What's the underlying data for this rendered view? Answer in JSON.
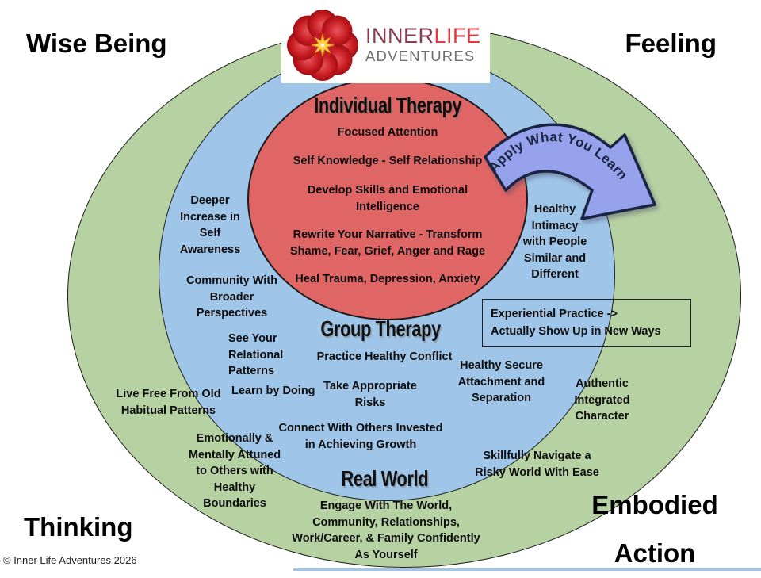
{
  "colors": {
    "outer_circle_green": "#b6d1a2",
    "middle_circle_blue": "#9fc5e8",
    "inner_circle_red": "#e06666",
    "arrow_fill": "#97a2ec",
    "arrow_outline": "#1b2443",
    "arrow_text": "#1b2443",
    "logo_inner_text": "#8a3a4e",
    "logo_life_text": "#e03a40",
    "logo_adventures_text": "#6e6e6e",
    "bottom_strip_blue": "#9fc5e8"
  },
  "logo": {
    "name_part1": "INNER",
    "name_part2": "LIFE",
    "name_line2": "ADVENTURES"
  },
  "corners": {
    "top_left": "Wise Being",
    "top_right": "Feeling",
    "bottom_left": "Thinking",
    "bottom_right": "Embodied\nAction"
  },
  "arrow": {
    "label": "Apply What You Learn"
  },
  "callout": {
    "text": "Experiential Practice  ->\nActually Show Up in New Ways"
  },
  "rings": {
    "individual": {
      "title": "Individual Therapy",
      "items": [
        "Focused Attention",
        "Self Knowledge - Self Relationship",
        "Develop Skills and Emotional\nIntelligence",
        "Rewrite Your Narrative - Transform\nShame, Fear, Grief, Anger and Rage",
        "Heal Trauma, Depression, Anxiety"
      ]
    },
    "group": {
      "title": "Group Therapy",
      "items": [
        "Deeper\nIncrease in\nSelf\nAwareness",
        "Community With\nBroader\nPerspectives",
        "See Your\nRelational\nPatterns",
        "Learn by Doing",
        "Practice Healthy Conflict",
        "Take Appropriate\nRisks",
        "Connect With Others Invested\nin Achieving Growth",
        "Healthy\nIntimacy\nwith People\nSimilar and\nDifferent",
        "Healthy Secure\nAttachment and\nSeparation"
      ]
    },
    "real_world": {
      "title": "Real World",
      "items": [
        "Live Free From Old\nHabitual Patterns",
        "Emotionally &\nMentally Attuned\nto Others with\nHealthy\nBoundaries",
        "Engage With The World,\nCommunity, Relationships,\nWork/Career, & Family Confidently\nAs Yourself",
        "Skillfully Navigate a\nRisky World With Ease",
        "Authentic\nIntegrated\nCharacter"
      ]
    }
  },
  "footer": {
    "copyright": "© Inner Life Adventures 2026"
  }
}
